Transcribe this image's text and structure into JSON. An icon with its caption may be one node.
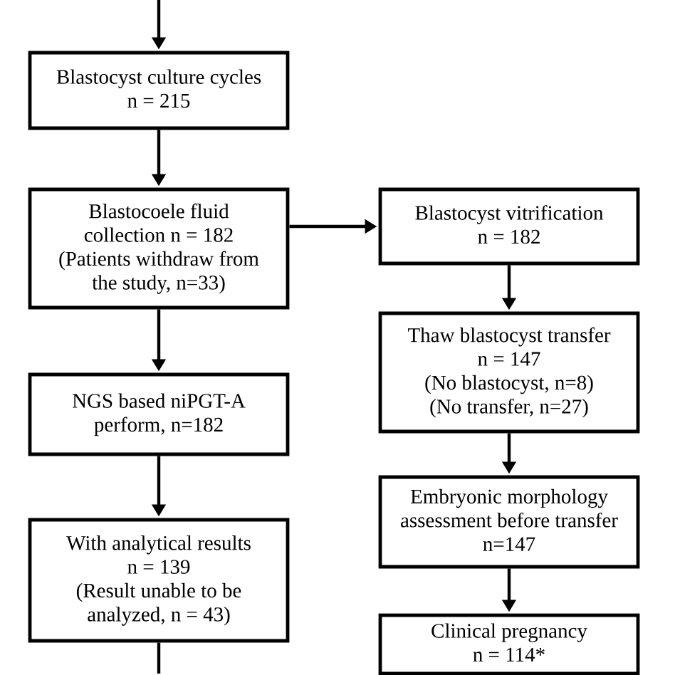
{
  "diagram": {
    "nodes": [
      {
        "text": [
          "Blastocyst culture cycles",
          "n = 215"
        ]
      },
      {
        "text": [
          "Blastocoele fluid collection n = 182",
          "(Patients withdraw from the study, n=33)"
        ]
      },
      {
        "text": [
          "NGS based niPGT-A perform, n=182"
        ]
      },
      {
        "text": [
          "With analytical results",
          "n = 139",
          "(Result unable to be analyzed, n = 43)"
        ]
      },
      {
        "text": [
          "Blastocyst vitrification",
          "n = 182"
        ]
      },
      {
        "text": [
          "Thaw blastocyst transfer",
          "n = 147",
          "(No blastocyst, n=8)",
          "(No transfer, n=27)"
        ]
      },
      {
        "text": [
          "Embryonic morphology assessment before transfer",
          "n=147"
        ]
      },
      {
        "text": [
          "Clinical pregnancy",
          "n = 114*"
        ]
      }
    ],
    "edges": [
      {
        "from": null,
        "to": 0,
        "arrow": "to"
      },
      {
        "from": 0,
        "to": 1,
        "arrow": "to"
      },
      {
        "from": 1,
        "to": 4,
        "arrow": "to"
      },
      {
        "from": 1,
        "to": 2,
        "arrow": "to"
      },
      {
        "from": 2,
        "to": 3,
        "arrow": "to"
      },
      {
        "from": 3,
        "to": null,
        "arrow": "none"
      },
      {
        "from": 4,
        "to": 5,
        "arrow": "to"
      },
      {
        "from": 5,
        "to": 6,
        "arrow": "to"
      },
      {
        "from": 6,
        "to": 7,
        "arrow": "to"
      }
    ]
  }
}
